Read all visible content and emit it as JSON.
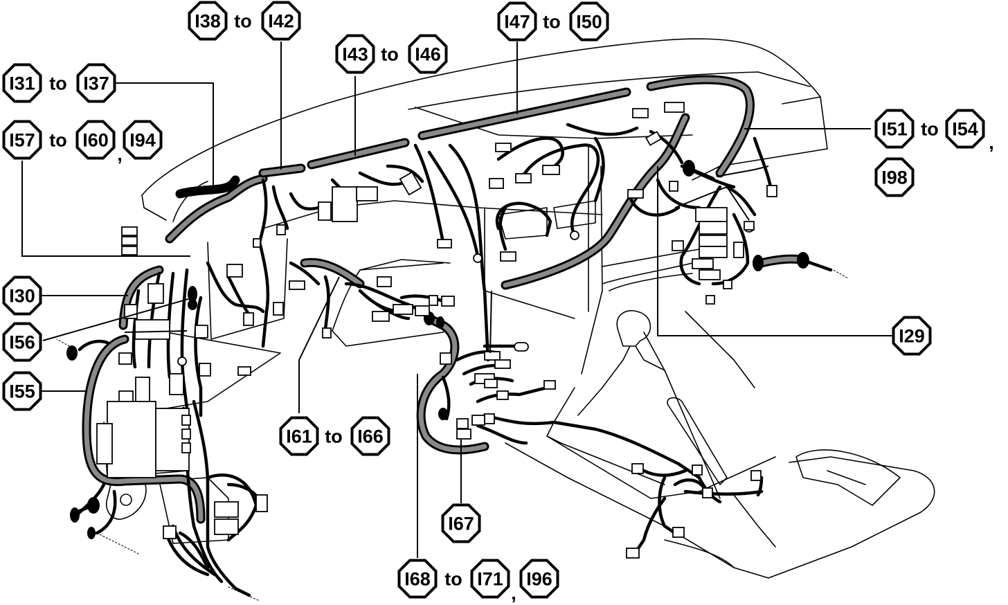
{
  "diagram": {
    "callouts": [
      {
        "id": "c1",
        "parts": [
          "I38",
          "to",
          "I42"
        ]
      },
      {
        "id": "c2",
        "parts": [
          "I47",
          "to",
          "I50"
        ]
      },
      {
        "id": "c3",
        "parts": [
          "I43",
          "to",
          "I46"
        ]
      },
      {
        "id": "c4",
        "parts": [
          "I31",
          "to",
          "I37"
        ]
      },
      {
        "id": "c5",
        "parts": [
          "I57",
          "to",
          "I60",
          ",",
          "I94"
        ]
      },
      {
        "id": "c6",
        "parts": [
          "I51",
          "to",
          "I54",
          ","
        ]
      },
      {
        "id": "c7",
        "parts": [
          "I98"
        ]
      },
      {
        "id": "c8",
        "parts": [
          "I30"
        ]
      },
      {
        "id": "c9",
        "parts": [
          "I56"
        ]
      },
      {
        "id": "c10",
        "parts": [
          "I55"
        ]
      },
      {
        "id": "c11",
        "parts": [
          "I29"
        ]
      },
      {
        "id": "c12",
        "parts": [
          "I61",
          "to",
          "I66"
        ]
      },
      {
        "id": "c13",
        "parts": [
          "I67"
        ]
      },
      {
        "id": "c14",
        "parts": [
          "I68",
          "to",
          "I71",
          ",",
          "I96"
        ]
      }
    ]
  }
}
